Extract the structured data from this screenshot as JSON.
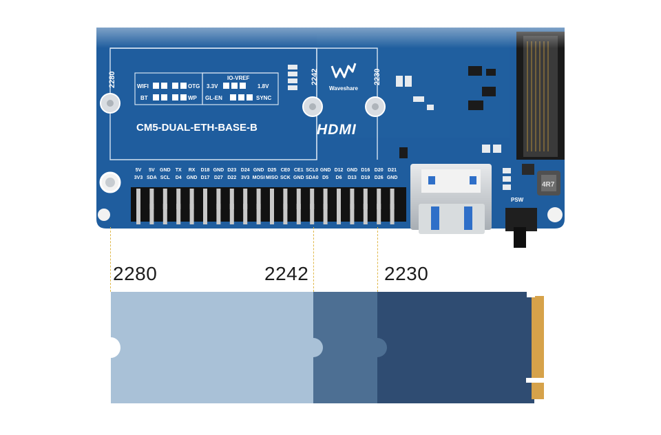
{
  "board": {
    "model": "CM5-DUAL-ETH-BASE-B",
    "brand_text": "Waveshare",
    "hdmi_text": "HDMI",
    "psw_text": "PSW",
    "inductor_text": "4R7",
    "silk_markers": [
      "2280",
      "2242",
      "2230"
    ],
    "switch_block": {
      "left_top": "WIFI",
      "left_bottom": "BT",
      "right_top": "OTG",
      "right_bottom": "WP"
    },
    "io_vref": {
      "title": "IO-VREF",
      "v_left": "3.3V",
      "v_right": "1.8V",
      "left_bottom": "GL-EN",
      "right_bottom": "SYNC"
    },
    "gpio_top": [
      "5V",
      "5V",
      "GND",
      "TX",
      "RX",
      "D18",
      "GND",
      "D23",
      "D24",
      "GND",
      "D25",
      "CE0",
      "CE1",
      "SCL0",
      "GND",
      "D12",
      "GND",
      "D16",
      "D20",
      "D21"
    ],
    "gpio_bottom": [
      "3V3",
      "SDA",
      "SCL",
      "D4",
      "GND",
      "D17",
      "D27",
      "D22",
      "3V3",
      "MOSI",
      "MISO",
      "SCK",
      "GND",
      "SDA0",
      "D5",
      "D6",
      "D13",
      "D19",
      "D26",
      "GND"
    ]
  },
  "ssd": {
    "labels": [
      "2280",
      "2242",
      "2230"
    ],
    "colors": {
      "seg_2280": "#a9c1d7",
      "seg_2242": "#4d6f93",
      "seg_2230": "#2f4c72",
      "contacts": "#d6a24a"
    }
  },
  "colors": {
    "pcb": "#1f5d9e",
    "silk": "#ffffff",
    "guide": "#e0b84a"
  }
}
